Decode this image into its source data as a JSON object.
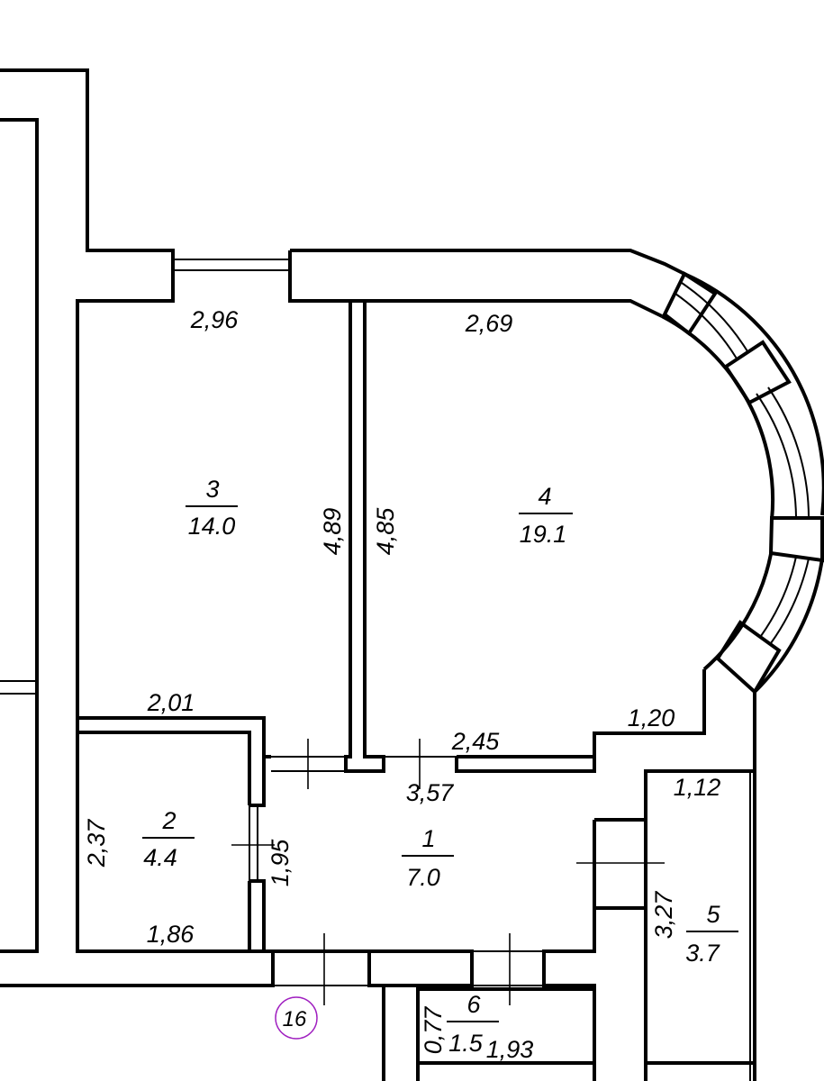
{
  "rooms": [
    {
      "number": "1",
      "area": "7.0"
    },
    {
      "number": "2",
      "area": "4.4"
    },
    {
      "number": "3",
      "area": "14.0"
    },
    {
      "number": "4",
      "area": "19.1"
    },
    {
      "number": "5",
      "area": "3.7"
    },
    {
      "number": "6",
      "area": "1.5"
    }
  ],
  "dimensions": {
    "room3_width": "2,96",
    "room4_width": "2,69",
    "room3_height": "4,89",
    "room4_height": "4,85",
    "room2_width_top": "2,01",
    "room2_width_bottom": "1,86",
    "room2_height": "2,37",
    "door_width": "1,95",
    "hall_width": "3,57",
    "wall_segment": "2,45",
    "bay_segment": "1,20",
    "room5_width": "1,12",
    "room5_height": "3,27",
    "room6_height": "0,77",
    "room6_width": "1,93"
  },
  "axis_marker": {
    "label": "16",
    "color": "#a020c0"
  },
  "colors": {
    "lines": "#000000",
    "background": "#ffffff"
  }
}
